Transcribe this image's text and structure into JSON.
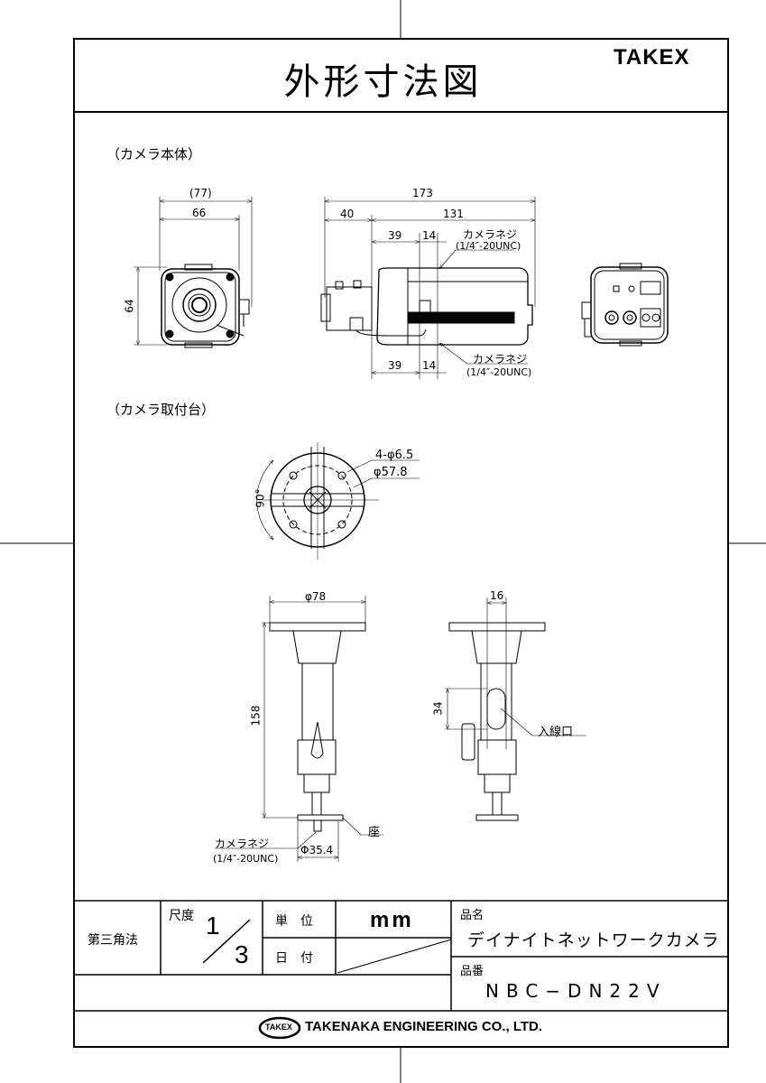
{
  "header": {
    "title": "外形寸法図",
    "brand": "TAKEX"
  },
  "sections": {
    "camera_body": "（カメラ本体）",
    "camera_mount": "（カメラ取付台）"
  },
  "front_view": {
    "dim_overall_width": "(77)",
    "dim_width": "66",
    "dim_height": "64"
  },
  "side_view": {
    "dim_total_length": "173",
    "dim_lens": "40",
    "dim_body": "131",
    "dim_top_offset": "39",
    "dim_top_pitch": "14",
    "dim_bottom_offset": "39",
    "dim_bottom_pitch": "14",
    "top_screw_label": "カメラネジ",
    "top_screw_spec": "(1/4″-20UNC)",
    "bottom_screw_label": "カメラネジ",
    "bottom_screw_spec": "(1/4″-20UNC)"
  },
  "mount_top_view": {
    "holes": "4-φ6.5",
    "pcd": "φ57.8",
    "angle": "90°"
  },
  "mount_front_view": {
    "base_diameter": "φ78",
    "height": "158",
    "seat_label": "座",
    "screw_label": "カメラネジ",
    "screw_spec": "(1/4″-20UNC)",
    "seat_diameter": "Φ35.4"
  },
  "mount_side_view": {
    "slot_width": "16",
    "inlet_height": "34",
    "inlet_label": "入線口"
  },
  "title_block": {
    "projection": "第三角法",
    "scale_label": "尺度",
    "scale_num": "1",
    "scale_den": "3",
    "unit_label": "単　位",
    "unit_value": "mm",
    "date_label": "日　付",
    "product_name_label": "品名",
    "product_name": "デイナイトネットワークカメラ",
    "product_code_label": "品番",
    "product_code": "NBC−DN22V",
    "company_logo": "TAKEX",
    "company": "TAKENAKA ENGINEERING CO., LTD."
  }
}
